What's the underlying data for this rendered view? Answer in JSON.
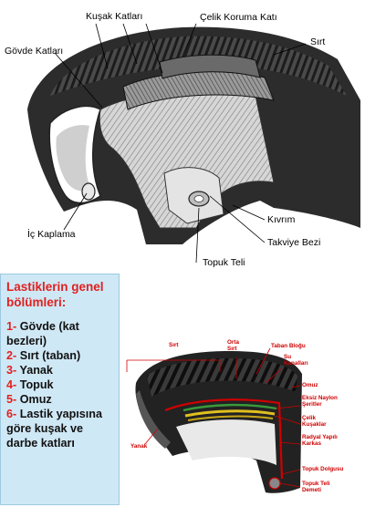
{
  "top_diagram": {
    "labels": {
      "kusak_katlari": "Kuşak Katları",
      "celik_koruma_kati": "Çelik Koruma Katı",
      "sirt": "Sırt",
      "govde_katlari": "Gövde Katları",
      "ic_kaplama": "İç Kaplama",
      "kivrim": "Kıvrım",
      "takviye_bezi": "Takviye Bezi",
      "topuk_teli": "Topuk Teli"
    }
  },
  "parts_list": {
    "title": "Lastiklerin genel bölümleri:",
    "items": [
      {
        "num": "1-",
        "text": "Gövde (kat bezleri)"
      },
      {
        "num": "2-",
        "text": "Sırt (taban)"
      },
      {
        "num": "3-",
        "text": "Yanak"
      },
      {
        "num": "4-",
        "text": "Topuk"
      },
      {
        "num": "5-",
        "text": "Omuz"
      },
      {
        "num": "6-",
        "text": "Lastik yapısına göre kuşak ve darbe katları"
      }
    ]
  },
  "bottom_diagram": {
    "labels": {
      "sirt": "Sırt",
      "orta_sirt": "Orta Sırt",
      "taban_blogu": "Taban Bloğu",
      "su_kanallari": "Su Kanalları",
      "omuz": "Omuz",
      "eksiz_naylon": "Eksiz Naylon Şeritler",
      "celik_kusaklar": "Çelik Kuşaklar",
      "radyal_karkas": "Radyal Yapılı Karkas",
      "yanak": "Yanak",
      "topuk_dolgusu": "Topuk Dolgusu",
      "topuk_teli_demeti": "Topuk Teli Demeti"
    }
  },
  "colors": {
    "accent_red": "#e02020",
    "label_red": "#d00000",
    "panel_blue": "#cfe8f5",
    "panel_border": "#9cc9e0"
  }
}
